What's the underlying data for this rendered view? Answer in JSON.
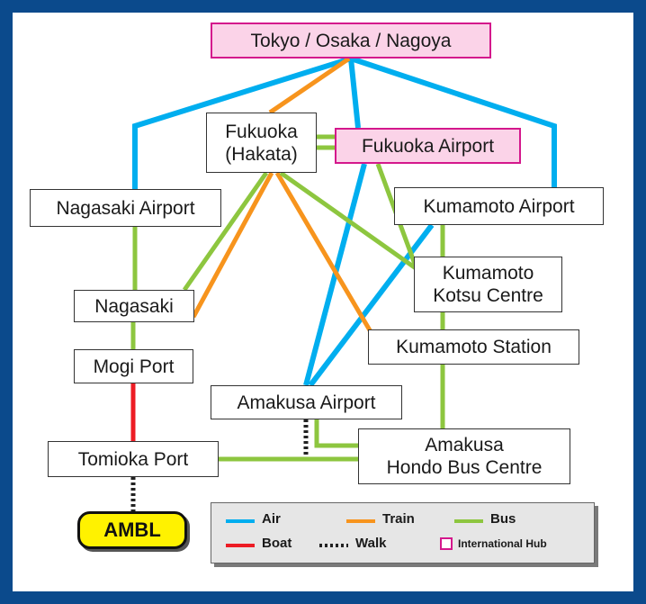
{
  "colors": {
    "frame": "#0b4a8c",
    "air": "#00aeef",
    "train": "#f7941d",
    "bus": "#8dc63f",
    "boat": "#ed1c24",
    "walk": "#222222",
    "hub_fill": "#fbd3e8",
    "hub_border": "#d4188c",
    "destination_fill": "#fff200"
  },
  "nodes": {
    "tokyo": "Tokyo / Osaka / Nagoya",
    "fukuoka_line1": "Fukuoka",
    "fukuoka_line2": "(Hakata)",
    "fukuoka_airport": "Fukuoka Airport",
    "nagasaki_airport": "Nagasaki Airport",
    "kumamoto_airport": "Kumamoto Airport",
    "kumamoto_kotsu_line1": "Kumamoto",
    "kumamoto_kotsu_line2": "Kotsu Centre",
    "nagasaki": "Nagasaki",
    "kumamoto_station": "Kumamoto Station",
    "mogi_port": "Mogi Port",
    "amakusa_airport": "Amakusa Airport",
    "amakusa_hondo_line1": "Amakusa",
    "amakusa_hondo_line2": "Hondo Bus Centre",
    "tomioka_port": "Tomioka Port",
    "destination": "AMBL"
  },
  "legend": {
    "air": "Air",
    "train": "Train",
    "bus": "Bus",
    "boat": "Boat",
    "walk": "Walk",
    "hub": "International Hub"
  }
}
